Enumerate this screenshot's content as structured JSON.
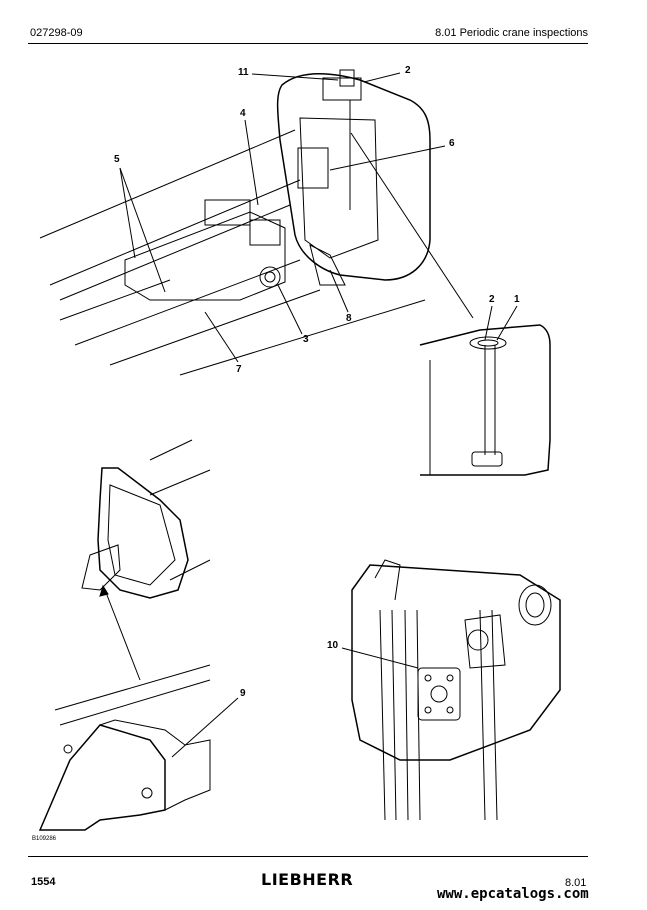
{
  "header": {
    "doc_number": "027298-09",
    "section_title": "8.01 Periodic crane inspections"
  },
  "figure": {
    "callouts": [
      {
        "id": "c11",
        "text": "11"
      },
      {
        "id": "c2a",
        "text": "2"
      },
      {
        "id": "c4",
        "text": "4"
      },
      {
        "id": "c6",
        "text": "6"
      },
      {
        "id": "c5",
        "text": "5"
      },
      {
        "id": "c2b",
        "text": "2"
      },
      {
        "id": "c1",
        "text": "1"
      },
      {
        "id": "c3",
        "text": "3"
      },
      {
        "id": "c8",
        "text": "8"
      },
      {
        "id": "c7",
        "text": "7"
      },
      {
        "id": "c10",
        "text": "10"
      },
      {
        "id": "c9",
        "text": "9"
      }
    ],
    "image_code": "B109286"
  },
  "footer": {
    "page_number": "1554",
    "logo": "LIEBHERR",
    "section": "8.01",
    "watermark": "www.epcatalogs.com"
  }
}
